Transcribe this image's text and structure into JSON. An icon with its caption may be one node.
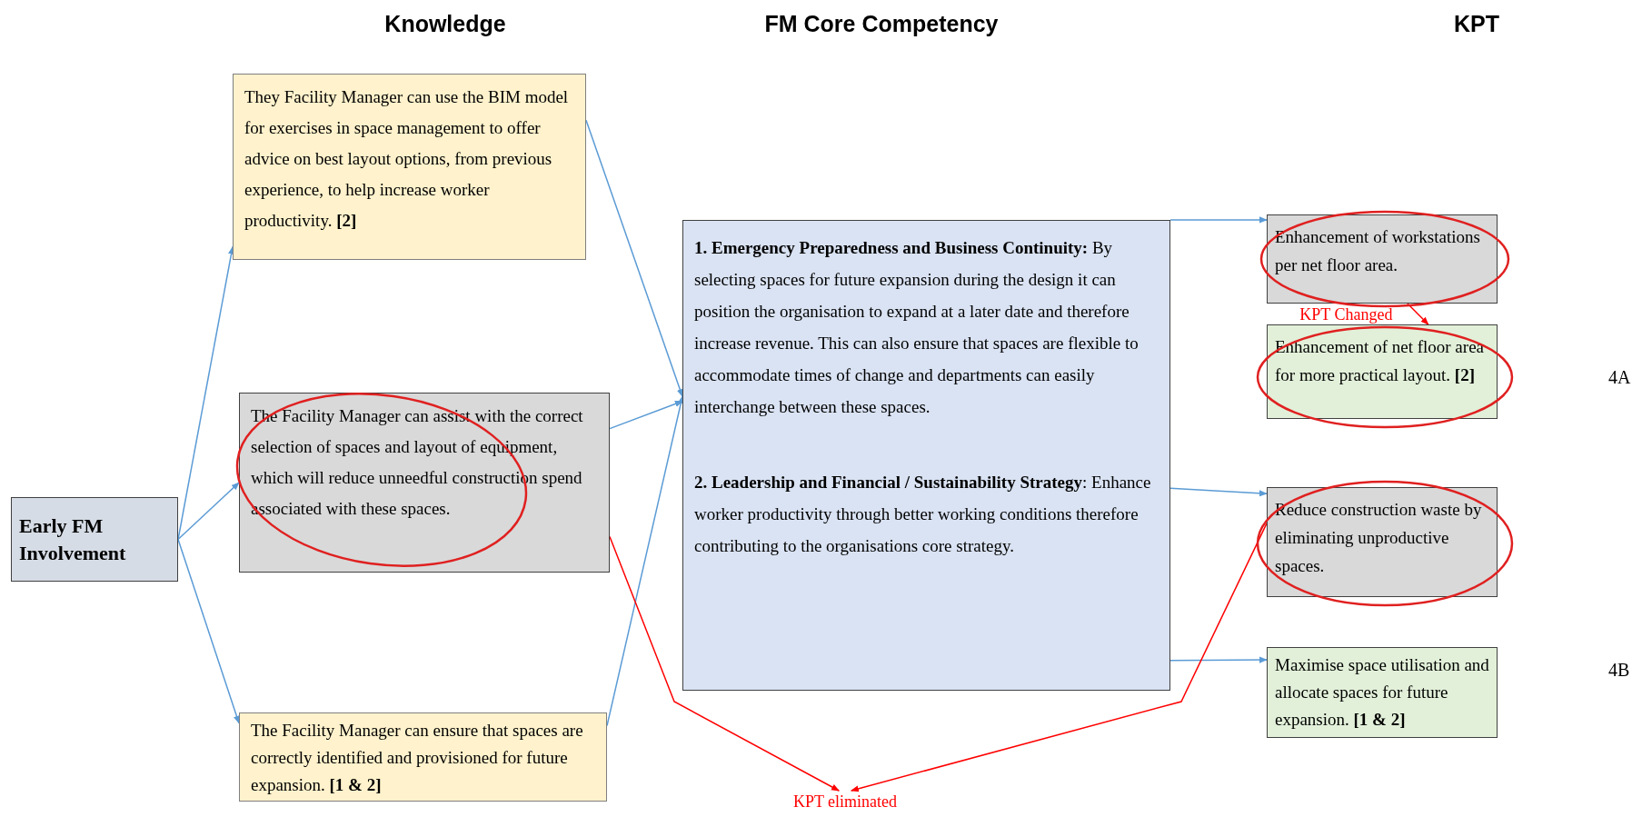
{
  "diagram": {
    "nodes": [
      {
        "text": [
          "Early FM Involvement"
        ]
      },
      {
        "text": [
          "They Facility Manager can use the BIM model for exercises in space management to offer advice on best layout options, from previous experience, to help increase worker productivity. **[2]**"
        ]
      },
      {
        "text": [
          "The Facility Manager can assist with the correct selection of spaces and layout of equipment, which will reduce unneedful construction spend associated with these spaces."
        ]
      },
      {
        "text": [
          "The Facility Manager can ensure that spaces are correctly identified and provisioned for future expansion. **[1 & 2]**"
        ]
      },
      {
        "text": [
          "**1. Emergency Preparedness and Business Continuity:** By selecting spaces for future expansion during the design it can position the organisation to expand at a later date and therefore increase revenue. This can also ensure that spaces are flexible to accommodate times of change and departments can easily interchange between these spaces.",
          "**2. Leadership and Financial / Sustainability Strategy**: Enhance worker productivity through better working conditions therefore contributing to the organisations core strategy."
        ]
      },
      {
        "text": [
          "Enhancement of workstations per net floor area."
        ]
      },
      {
        "text": [
          "Enhancement of net floor area for more practical layout. **[2]**"
        ]
      },
      {
        "text": [
          "Reduce construction waste by eliminating unproductive spaces."
        ]
      },
      {
        "text": [
          "Maximise space utilisation and allocate spaces for future expansion. **[1 & 2]**"
        ]
      },
      {
        "text": [
          "KPT eliminated"
        ]
      }
    ],
    "edges": [
      {
        "from": 0,
        "to": 1,
        "arrow": "to"
      },
      {
        "from": 0,
        "to": 2,
        "arrow": "to"
      },
      {
        "from": 0,
        "to": 3,
        "arrow": "to"
      },
      {
        "from": 1,
        "to": 4,
        "arrow": "to"
      },
      {
        "from": 2,
        "to": 4,
        "arrow": "to"
      },
      {
        "from": 3,
        "to": 4,
        "arrow": "to"
      },
      {
        "from": 4,
        "to": 5,
        "arrow": "to"
      },
      {
        "from": 4,
        "to": 7,
        "arrow": "to"
      },
      {
        "from": 4,
        "to": 8,
        "arrow": "to"
      },
      {
        "from": 5,
        "to": 6,
        "arrow": "to",
        "label": "KPT Changed",
        "color": "#ff0000"
      },
      {
        "from": 2,
        "to": 9,
        "arrow": "to",
        "color": "#ff0000"
      },
      {
        "from": 7,
        "to": 9,
        "arrow": "to",
        "color": "#ff0000"
      }
    ],
    "labels": [
      "Knowledge",
      "FM Core Competency",
      "KPT",
      "4A",
      "4B"
    ]
  }
}
